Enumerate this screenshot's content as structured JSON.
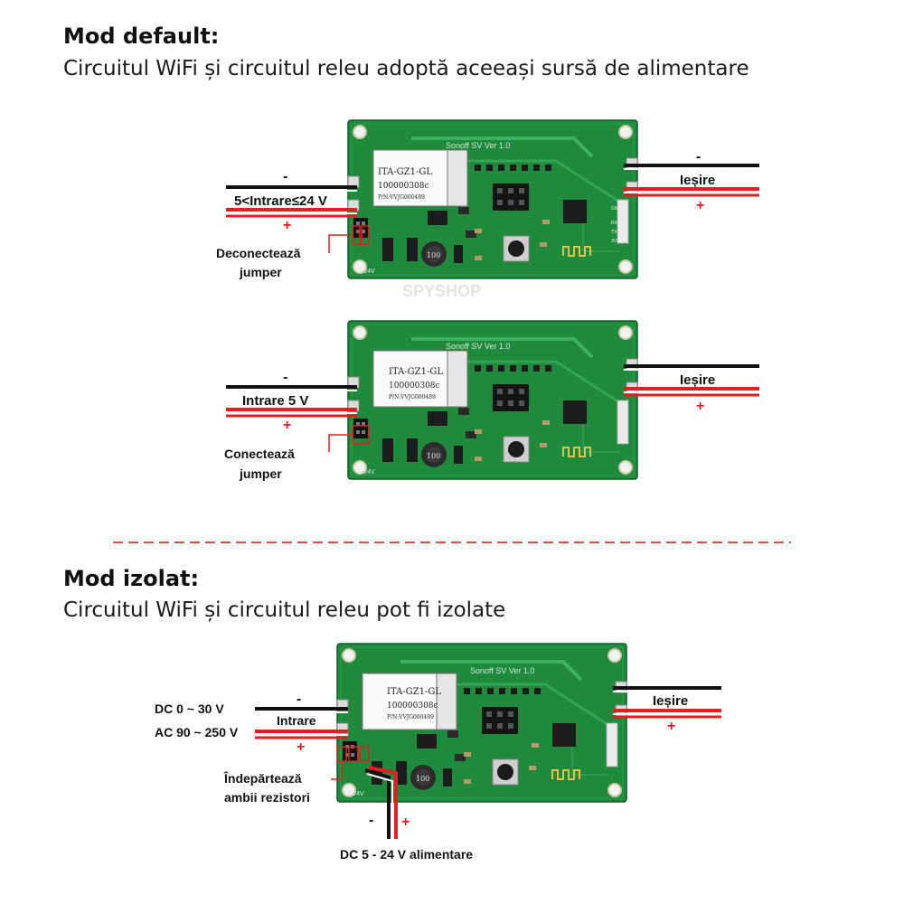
{
  "section_default": {
    "title": "Mod default:",
    "subtitle": "Circuitul WiFi și circuitul releu adoptă aceeași sursă de alimentare"
  },
  "section_isolated": {
    "title": "Mod izolat:",
    "subtitle": "Circuitul WiFi și circuitul releu pot fi izolate"
  },
  "board": {
    "silkscreen": "Sonoff SV Ver 1.0",
    "module_line1": "ITA-GZ1-GL",
    "module_line2": "100000308c",
    "module_line3": "P/N:VVJG000489",
    "inductor": "100",
    "voltage_mark": "5-24V",
    "pins": [
      "GND",
      "RX",
      "TX",
      "3V3"
    ]
  },
  "diagram1": {
    "minus": "-",
    "plus": "+",
    "input_label": "5<Intrare≤24 V",
    "output_minus": "-",
    "output_label": "Ieșire",
    "output_plus": "+",
    "jumper_line1": "Deconectează",
    "jumper_line2": "jumper"
  },
  "diagram2": {
    "minus": "-",
    "plus": "+",
    "input_label": "Intrare 5 V",
    "output_label": "Ieșire",
    "output_plus": "+",
    "jumper_line1": "Conectează",
    "jumper_line2": "jumper"
  },
  "diagram3": {
    "dc_label": "DC 0 ~ 30 V",
    "ac_label": "AC 90 ~ 250 V",
    "minus": "-",
    "input_label": "Intrare",
    "plus": "+",
    "output_label": "Ieșire",
    "output_plus": "+",
    "resistor_line1": "Îndepărtează",
    "resistor_line2": "ambii rezistori",
    "supply_minus": "-",
    "supply_plus": "+",
    "supply_label": "DC 5 - 24 V alimentare"
  },
  "watermark": "SPYSHOP",
  "colors": {
    "board_green": "#1f8a3c",
    "board_dark": "#126b2b",
    "wire_red": "#e02020",
    "wire_black": "#111111",
    "divider_red": "#e03030"
  }
}
